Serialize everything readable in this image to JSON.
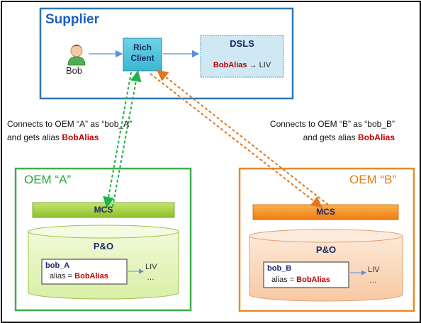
{
  "colors": {
    "supplier_border": "#2e75b6",
    "supplier_title": "#1f5fbf",
    "oem_a_border": "#3fae49",
    "oem_a_title": "#2ea23a",
    "oem_b_border": "#e48a2a",
    "oem_b_title": "#e07a1a",
    "alias_red": "#c00000",
    "dashed_green": "#22b24c",
    "dashed_orange": "#e07820"
  },
  "supplier": {
    "title": "Supplier",
    "user_label": "Bob",
    "user_icon": "person-icon",
    "rich_client_line1": "Rich",
    "rich_client_line2": "Client",
    "dsls_title": "DSLS",
    "dsls_alias": "BobAlias",
    "dsls_arrow": "→",
    "dsls_target": "LIV"
  },
  "left_caption": {
    "line1": "Connects to OEM “A” as “bob_A”",
    "line2_prefix": "and gets alias ",
    "line2_alias": "BobAlias"
  },
  "right_caption": {
    "line1": "Connects to OEM “B” as “bob_B”",
    "line2_prefix": "and gets alias ",
    "line2_alias": "BobAlias"
  },
  "oem_a": {
    "title": "OEM “A”",
    "mcs": "MCS",
    "db": "P&O",
    "user": "bob_A",
    "alias_prefix": "alias = ",
    "alias": "BobAlias",
    "target": "LIV",
    "more": "…"
  },
  "oem_b": {
    "title": "OEM “B”",
    "mcs": "MCS",
    "db": "P&O",
    "user": "bob_B",
    "alias_prefix": "alias = ",
    "alias": "BobAlias",
    "target": "LIV",
    "more": "…"
  }
}
